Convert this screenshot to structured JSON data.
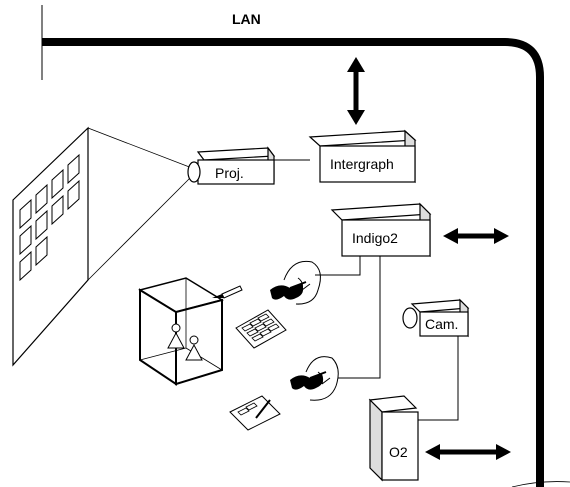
{
  "diagram": {
    "network_label": "LAN",
    "nodes": {
      "projector": {
        "label": "Proj.",
        "icon": "projector-icon"
      },
      "intergraph": {
        "label": "Intergraph",
        "icon": "workstation-icon"
      },
      "indigo2": {
        "label": "Indigo2",
        "icon": "workstation-icon"
      },
      "camera": {
        "label": "Cam.",
        "icon": "camera-icon"
      },
      "o2": {
        "label": "O2",
        "icon": "workstation-icon"
      }
    },
    "props": {
      "screen": "projection-screen-with-windows",
      "user_top": "head-with-shutter-glasses",
      "user_bottom": "head-with-shutter-glasses",
      "virtual_cube": "wireframe-cube-with-figures",
      "tablet_top": "input-tablet",
      "tablet_bottom": "pen-tablet",
      "stylus": "pen"
    },
    "colors": {
      "stroke": "#000000",
      "background": "#ffffff"
    }
  }
}
